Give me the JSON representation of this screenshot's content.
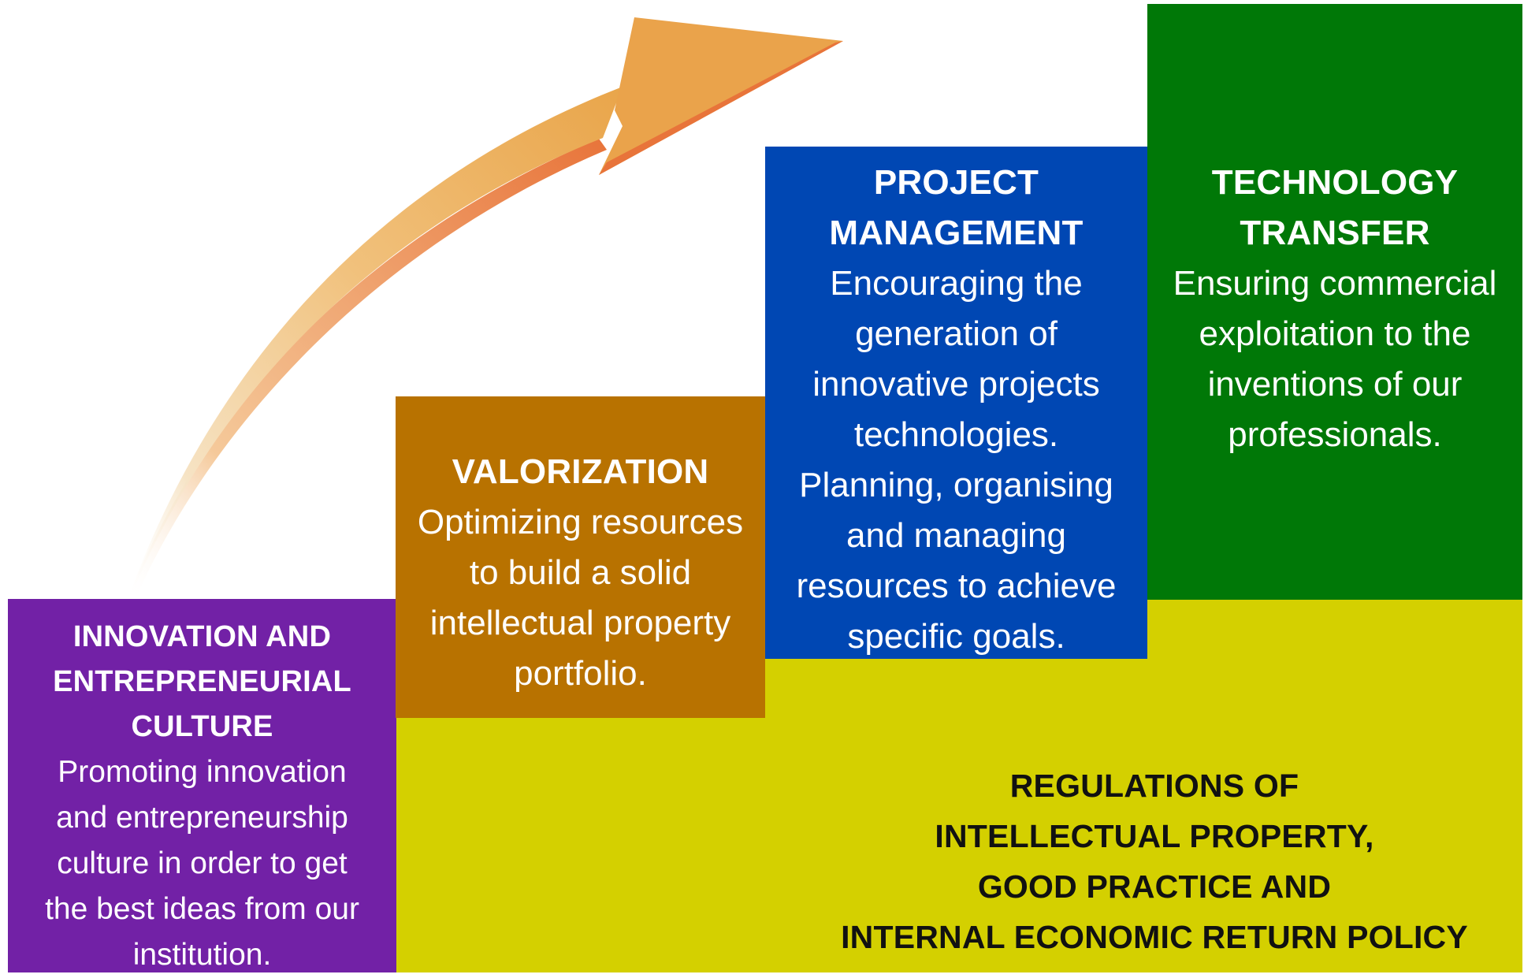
{
  "base": {
    "title": "REGULATIONS OF\nINTELLECTUAL PROPERTY,\nGOOD PRACTICE AND\nINTERNAL ECONOMIC RETURN POLICY"
  },
  "steps": [
    {
      "title": "INNOVATION AND\nENTREPRENEURIAL\nCULTURE",
      "desc": "Promoting innovation\nand entrepreneurship\nculture in order to get\nthe best ideas from our\ninstitution."
    },
    {
      "title": "VALORIZATION",
      "desc": "Optimizing resources\nto build a solid\nintellectual property\nportfolio."
    },
    {
      "title": "PROJECT\nMANAGEMENT",
      "desc": "Encouraging the\ngeneration of\ninnovative projects\ntechnologies.\nPlanning, organising\nand managing\nresources to achieve\nspecific goals."
    },
    {
      "title": "TECHNOLOGY\nTRANSFER",
      "desc": "Ensuring commercial\nexploitation to the\ninventions of our\nprofessionals."
    }
  ],
  "colors": {
    "step1": "#7221a6",
    "step2": "#b87200",
    "step3": "#0047b3",
    "step4": "#007807",
    "base": "#d4d000",
    "arrow": "#e9a54a"
  },
  "icons": {
    "arrow": "upward-curved-arrow"
  }
}
